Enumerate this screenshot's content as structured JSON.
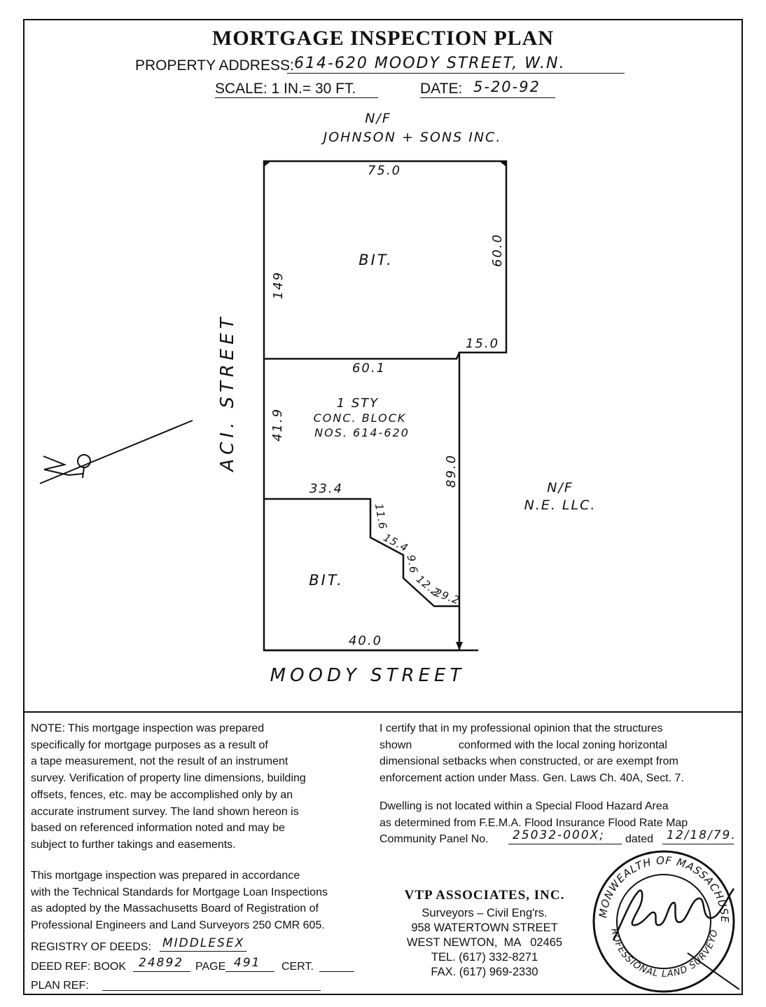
{
  "title": "MORTGAGE INSPECTION PLAN",
  "header": {
    "address_label": "PROPERTY ADDRESS:",
    "address_value": "614-620  MOODY  STREET,  W.N.",
    "scale_label": "SCALE: 1 IN.= 30 FT.",
    "date_label": "DATE:",
    "date_value": "5-20-92"
  },
  "plan": {
    "north_abutter_nf": "N/F",
    "north_abutter": "JOHNSON + SONS INC.",
    "east_abutter_nf": "N/F",
    "east_abutter": "N.E. LLC.",
    "west_street": "ACI.   STREET",
    "south_street": "MOODY  STREET",
    "surface_top": "BIT.",
    "surface_bottom": "BIT.",
    "building_line1": "1 STY",
    "building_line2": "CONC. BLOCK",
    "building_line3": "NOS. 614-620",
    "dims": {
      "top": "75.0",
      "right_upper": "60.0",
      "left_upper": "149",
      "step": "15.0",
      "bldg_top": "60.1",
      "bldg_left": "41.9",
      "right_lower": "89.0",
      "bldg_bottom": "33.4",
      "d1": "11.6",
      "d2": "15.4",
      "d3": "9.6",
      "d4": "12.2",
      "d5": "29.2",
      "bottom": "40.0"
    }
  },
  "note": {
    "paragraph1": [
      "NOTE:  This mortgage inspection was prepared",
      "specifically for mortgage purposes as a result of",
      "a tape measurement, not the result of an instrument",
      "survey. Verification of property line dimensions, building",
      "offsets, fences, etc. may be accomplished only by an",
      "accurate instrument survey. The land shown hereon is",
      "based on referenced information noted and may be",
      "subject to further takings and easements."
    ],
    "paragraph2": [
      "This mortgage inspection was prepared in accordance",
      "with the Technical Standards for Mortgage Loan Inspections",
      "as adopted by the Massachusetts Board of Registration of",
      "Professional Engineers and Land Surveyors 250 CMR 605."
    ]
  },
  "records": {
    "registry_label": "REGISTRY OF DEEDS:",
    "registry_value": "MIDDLESEX",
    "deed_label": "DEED REF: BOOK",
    "book_value": "24892",
    "page_label": "PAGE",
    "page_value": "491",
    "cert_label": "CERT.",
    "plan_label": "PLAN REF:"
  },
  "certification": {
    "lines": [
      "I certify that in my professional opinion that the structures",
      "shown               conformed with the local zoning horizontal",
      "dimensional setbacks when constructed, or are exempt from",
      "enforcement action under Mass. Gen. Laws Ch. 40A, Sect. 7."
    ],
    "flood_lines": [
      "Dwelling is not located within a Special Flood Hazard Area",
      "as determined from F.E.M.A. Flood Insurance Flood Rate Map"
    ],
    "panel_label": "Community Panel No.",
    "panel_value": "25032-000X;",
    "dated_label": "dated",
    "dated_value": "12/18/79."
  },
  "firm": {
    "name": "VTP ASSOCIATES, INC.",
    "line1": "Surveyors – Civil Eng'rs.",
    "line2": "958 WATERTOWN STREET",
    "line3": "WEST NEWTON,  MA   02465",
    "line4": "TEL. (617) 332-8271",
    "line5": "FAX. (617) 969-2330"
  },
  "seal": {
    "top_text": "COMMONWEALTH OF MASSACHUSETTS",
    "bottom_text": "PROFESSIONAL LAND SURVEYOR"
  }
}
